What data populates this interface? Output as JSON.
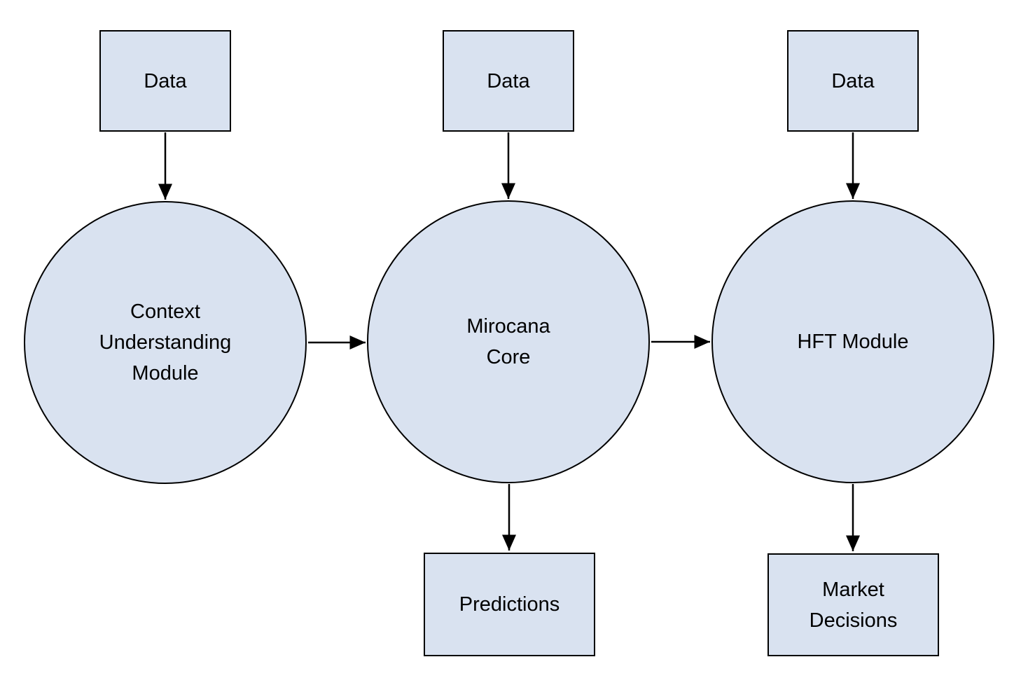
{
  "colors": {
    "node_fill": "#d9e2f0",
    "node_stroke": "#000000",
    "edge_color": "#000000",
    "text_color": "#000000",
    "background": "#ffffff"
  },
  "nodes": {
    "input_data_1": {
      "label": "Data",
      "shape": "rectangle"
    },
    "input_data_2": {
      "label": "Data",
      "shape": "rectangle"
    },
    "input_data_3": {
      "label": "Data",
      "shape": "rectangle"
    },
    "context_understanding_module": {
      "label": "Context\nUnderstanding\nModule",
      "shape": "circle"
    },
    "mirocana_core": {
      "label": "Mirocana\nCore",
      "shape": "circle"
    },
    "hft_module": {
      "label": "HFT Module",
      "shape": "circle"
    },
    "predictions": {
      "label": "Predictions",
      "shape": "rectangle"
    },
    "market_decisions": {
      "label": "Market\nDecisions",
      "shape": "rectangle"
    }
  },
  "edges": [
    {
      "from": "input_data_1",
      "to": "context_understanding_module"
    },
    {
      "from": "input_data_2",
      "to": "mirocana_core"
    },
    {
      "from": "input_data_3",
      "to": "hft_module"
    },
    {
      "from": "context_understanding_module",
      "to": "mirocana_core"
    },
    {
      "from": "mirocana_core",
      "to": "hft_module"
    },
    {
      "from": "mirocana_core",
      "to": "predictions"
    },
    {
      "from": "hft_module",
      "to": "market_decisions"
    }
  ]
}
